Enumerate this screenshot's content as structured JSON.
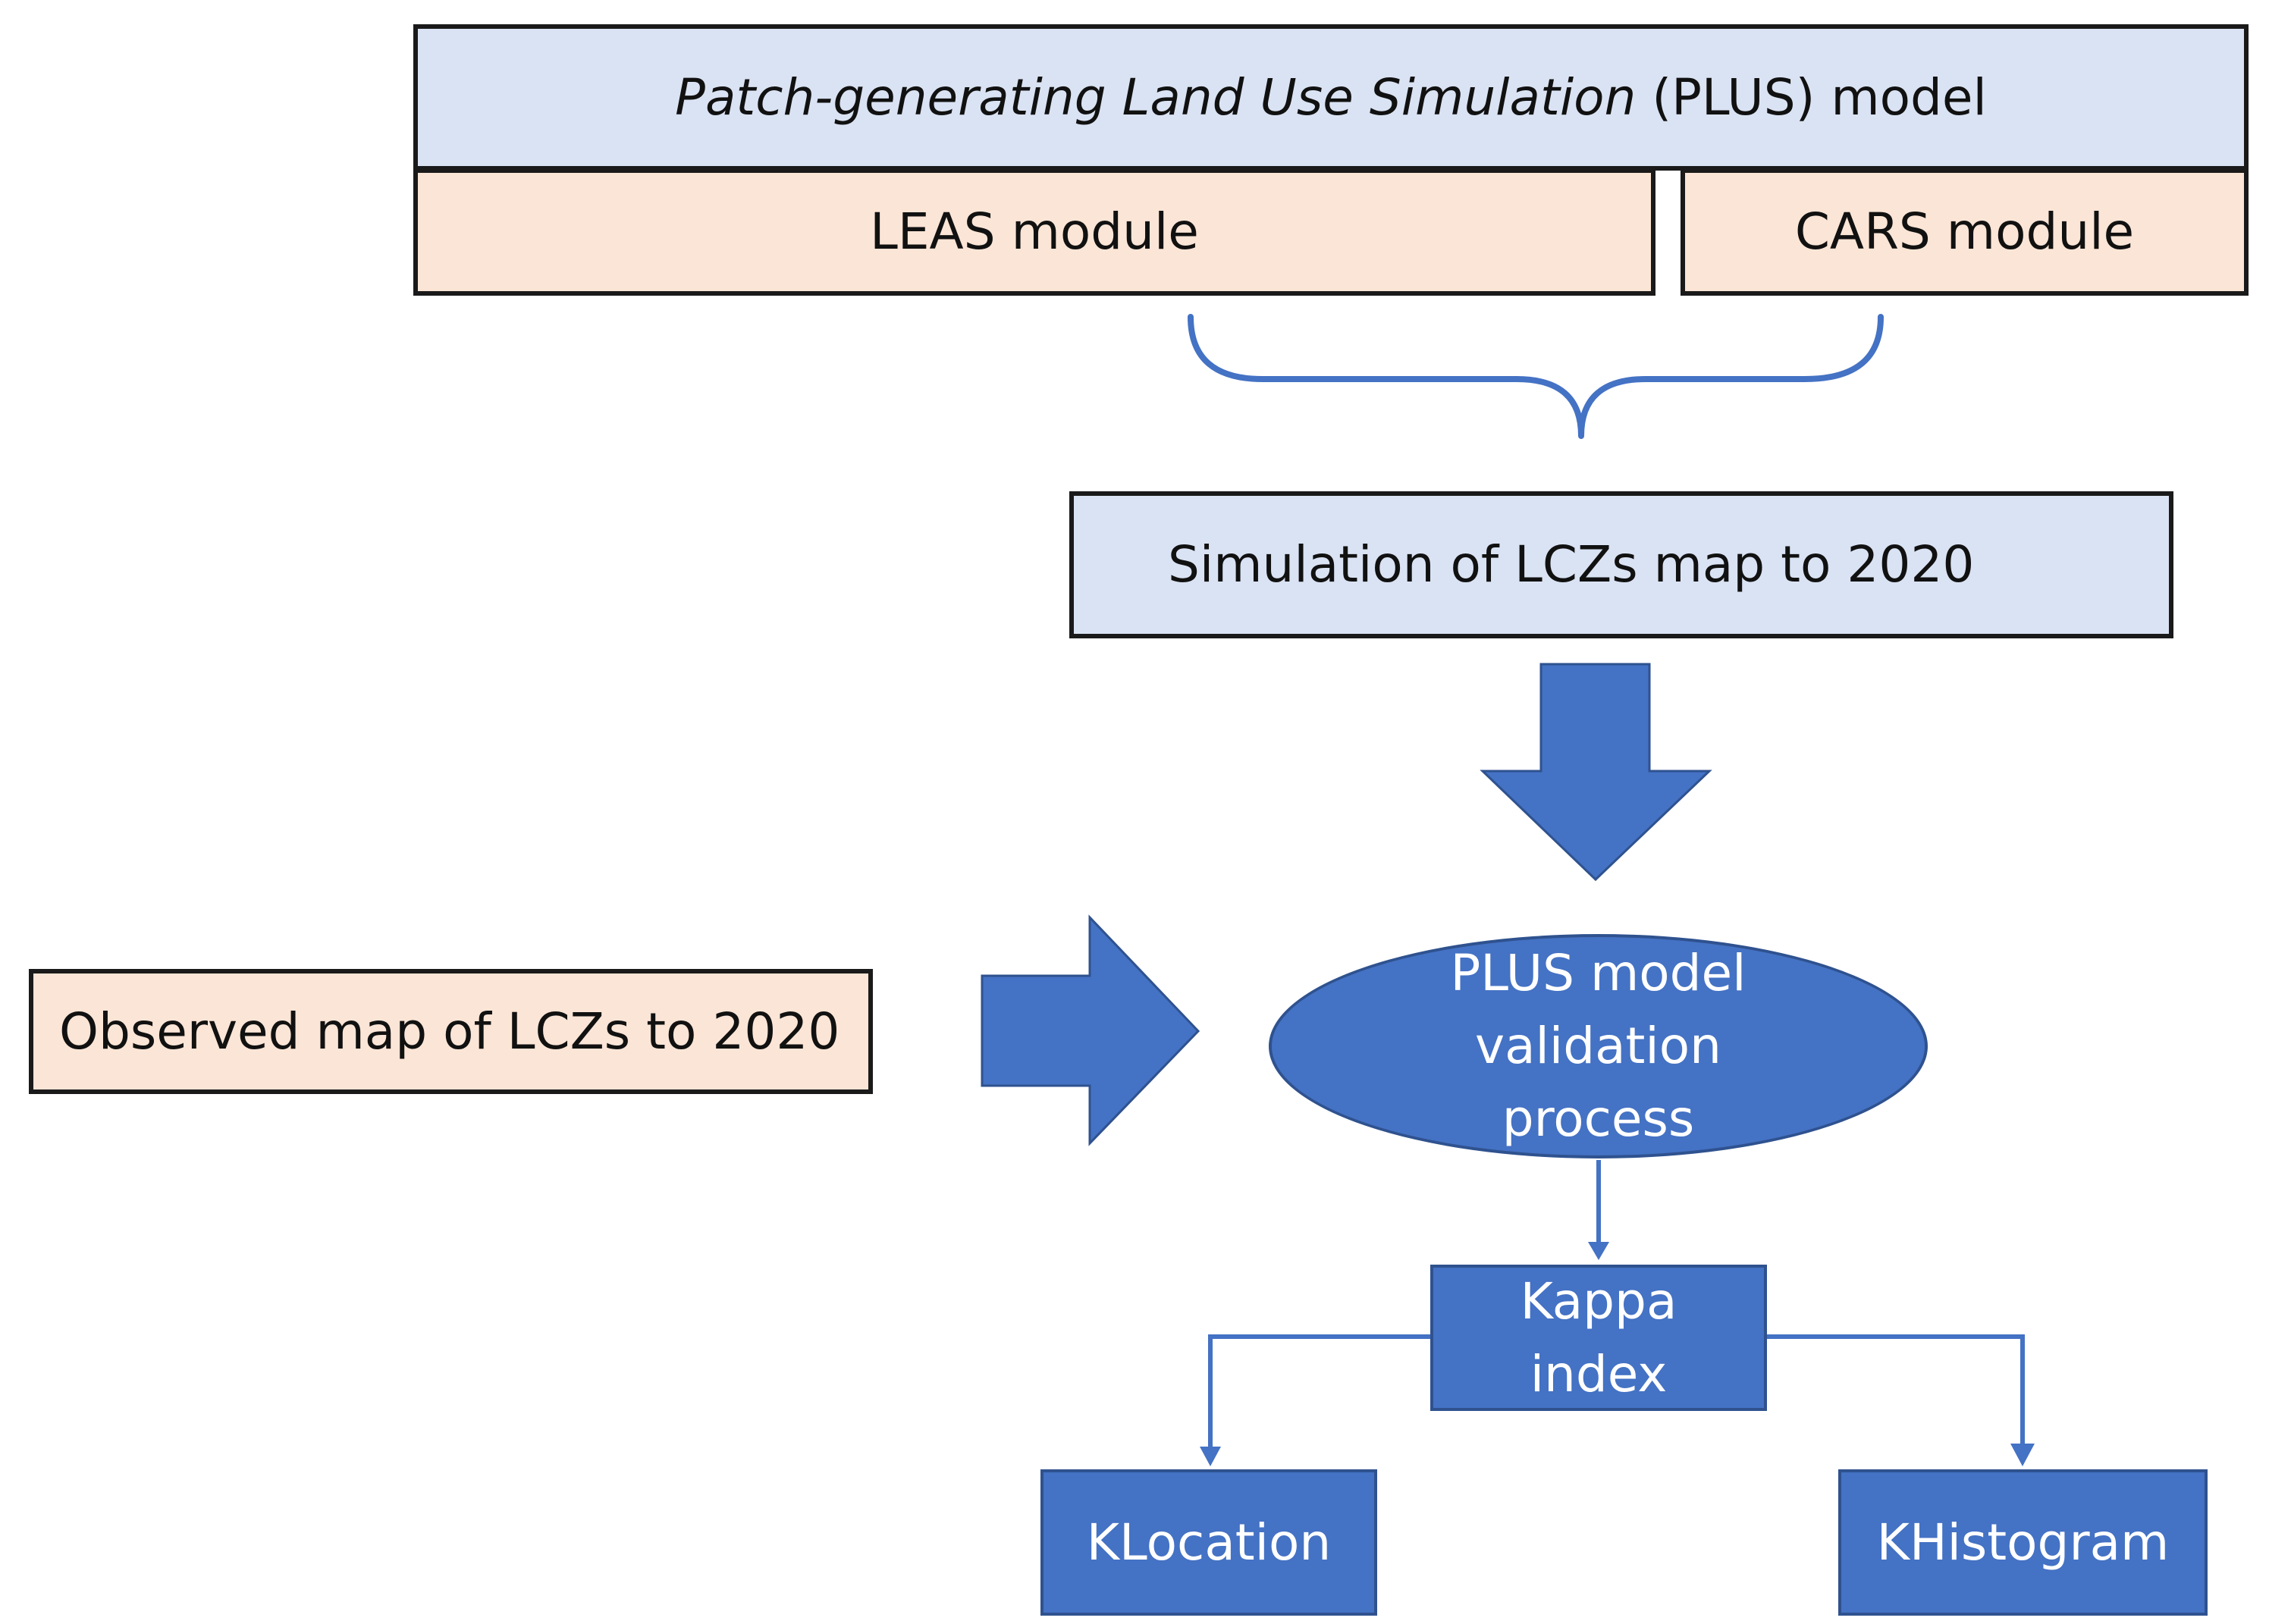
{
  "model_box": {
    "title_italic": "Patch-generating Land Use Simulation",
    "title_rest": " (PLUS) model"
  },
  "modules": {
    "leas": "LEAS module",
    "cars": "CARS module"
  },
  "simulation_box": "Simulation of LCZs map to 2020",
  "observed_box": "Observed map of LCZs to 2020",
  "validation": {
    "line1": "PLUS model",
    "line2": "validation",
    "line3": "process"
  },
  "kappa": {
    "line1": "Kappa",
    "line2": "index"
  },
  "outputs": {
    "klocation": "KLocation",
    "khistogram": "KHistogram"
  },
  "colors": {
    "light_blue_fill": "#dae3f3",
    "peach_fill": "#fbe5d6",
    "accent_blue": "#4472c4",
    "connector_blue": "#4472c4"
  }
}
